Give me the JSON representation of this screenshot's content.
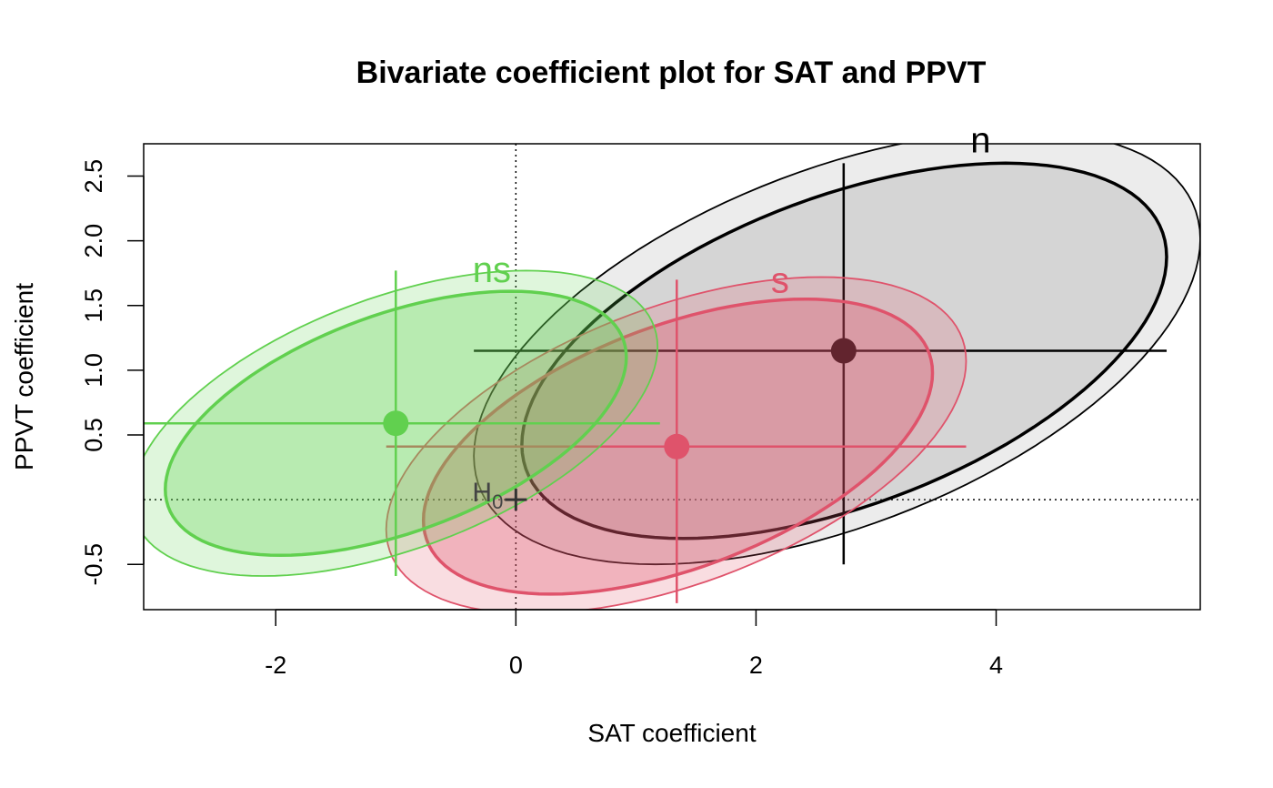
{
  "chart_data": {
    "type": "scatter",
    "title": "Bivariate coefficient plot for SAT and PPVT",
    "xlabel": "SAT coefficient",
    "ylabel": "PPVT coefficient",
    "xlim": [
      -3.1,
      5.7
    ],
    "ylim": [
      -0.85,
      2.75
    ],
    "xticks": [
      -2,
      0,
      2,
      4
    ],
    "xtick_labels": [
      "-2",
      "0",
      "2",
      "4"
    ],
    "yticks": [
      -0.5,
      0.5,
      1.0,
      1.5,
      2.0,
      2.5
    ],
    "ytick_labels": [
      "-0.5",
      "0.5",
      "1.0",
      "1.5",
      "2.0",
      "2.5"
    ],
    "reference_lines": {
      "x": 0,
      "y": 0,
      "style": "dotted"
    },
    "null_point_label": {
      "base": "H",
      "subscript": "0",
      "x": 0,
      "y": 0
    },
    "grid": false,
    "series": [
      {
        "name": "n",
        "color": "#000000",
        "fill_color": "#9e9e9e",
        "center": [
          2.73,
          1.15
        ],
        "label_position": [
          3.87,
          2.78
        ],
        "x_interval": [
          -0.35,
          5.42
        ],
        "y_interval": [
          -0.5,
          2.6
        ],
        "ellipse_inner": {
          "x_extent": [
            0.05,
            5.42
          ],
          "y_extent": [
            -0.3,
            2.6
          ]
        },
        "ellipse_outer": {
          "x_extent": [
            -0.35,
            5.7
          ],
          "y_extent": [
            -0.5,
            2.85
          ]
        }
      },
      {
        "name": "s",
        "color": "#df536b",
        "fill_color": "#df536b",
        "center": [
          1.34,
          0.41
        ],
        "label_position": [
          2.2,
          1.7
        ],
        "x_interval": [
          -1.08,
          3.75
        ],
        "y_interval": [
          -0.8,
          1.7
        ],
        "ellipse_inner": {
          "x_extent": [
            -0.77,
            3.47
          ],
          "y_extent": [
            -0.73,
            1.55
          ]
        },
        "ellipse_outer": {
          "x_extent": [
            -1.08,
            3.75
          ],
          "y_extent": [
            -0.88,
            1.72
          ]
        }
      },
      {
        "name": "ns",
        "color": "#61d04f",
        "fill_color": "#61d04f",
        "center": [
          -1.0,
          0.59
        ],
        "label_position": [
          -0.2,
          1.78
        ],
        "x_interval": [
          -3.1,
          1.2
        ],
        "y_interval": [
          -0.59,
          1.77
        ],
        "ellipse_inner": {
          "x_extent": [
            -2.92,
            0.92
          ],
          "y_extent": [
            -0.43,
            1.61
          ]
        },
        "ellipse_outer": {
          "x_extent": [
            -3.2,
            1.18
          ],
          "y_extent": [
            -0.59,
            1.77
          ]
        }
      }
    ]
  }
}
